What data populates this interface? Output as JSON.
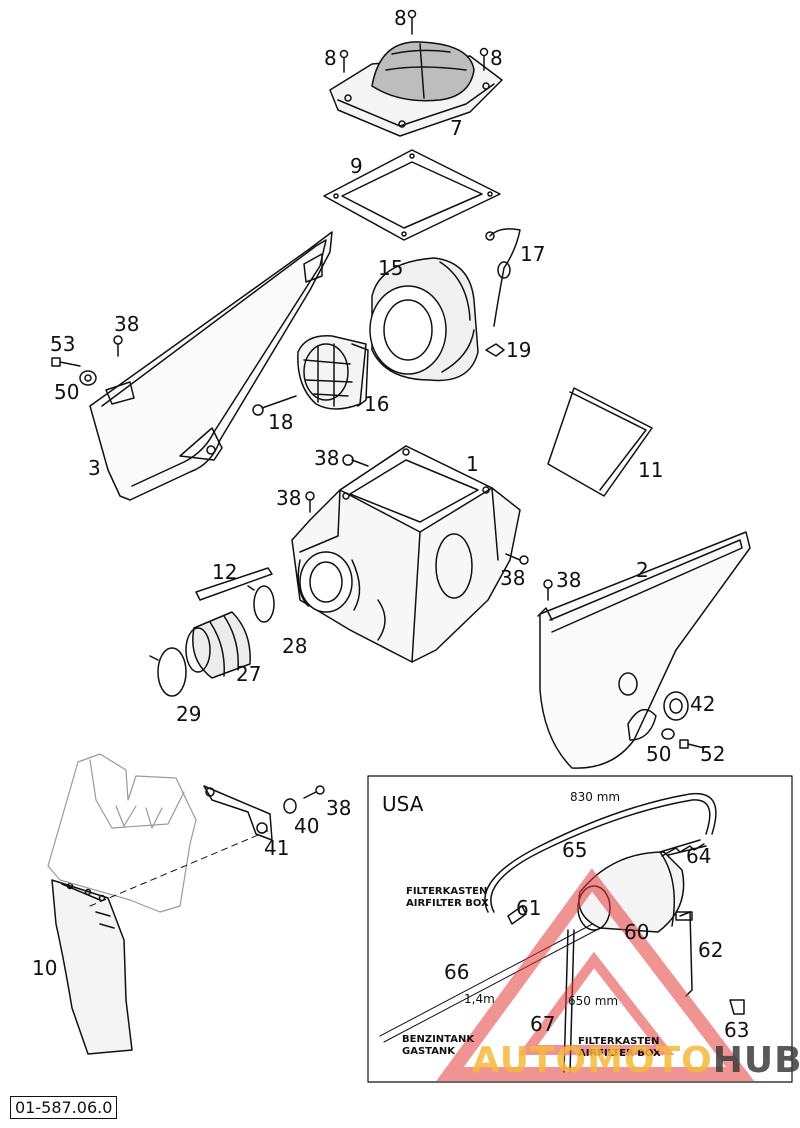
{
  "callouts": {
    "n8_top": "8",
    "n8_left": "8",
    "n8_right": "8",
    "n7": "7",
    "n9": "9",
    "n17": "17",
    "n15": "15",
    "n19": "19",
    "n38_a": "38",
    "n53": "53",
    "n50_a": "50",
    "n16": "16",
    "n18": "18",
    "n3": "3",
    "n11": "11",
    "n38_b": "38",
    "n1": "1",
    "n38_c": "38",
    "n38_d": "38",
    "n38_e": "38",
    "n2": "2",
    "n12": "12",
    "n28": "28",
    "n27": "27",
    "n29": "29",
    "n42": "42",
    "n50_b": "50",
    "n52": "52",
    "n38_f": "38",
    "n40": "40",
    "n41": "41",
    "n10": "10",
    "n65": "65",
    "n64": "64",
    "n61": "61",
    "n60": "60",
    "n62": "62",
    "n66": "66",
    "n67": "67",
    "n63": "63"
  },
  "usa_box": {
    "title": "USA",
    "dim_830": "830 mm",
    "dim_650": "650 mm",
    "dim_14": "1,4m",
    "label_filterkasten_1": "FILTERKASTEN",
    "label_airfilter_1": "AIRFILTER BOX",
    "label_filterkasten_2": "FILTERKASTEN",
    "label_airfilter_2": "AIRFILTER BOX",
    "label_benzintank": "BENZINTANK",
    "label_gastank": "GASTANK"
  },
  "document_code": "01-587.06.0",
  "watermark": {
    "part1": "AUTOMOTO",
    "part2": "HUB"
  },
  "colors": {
    "line": "#111111",
    "watermark_orange": "#f6b83c",
    "watermark_red": "#e23a3a",
    "watermark_dark": "#3c3c3c"
  }
}
